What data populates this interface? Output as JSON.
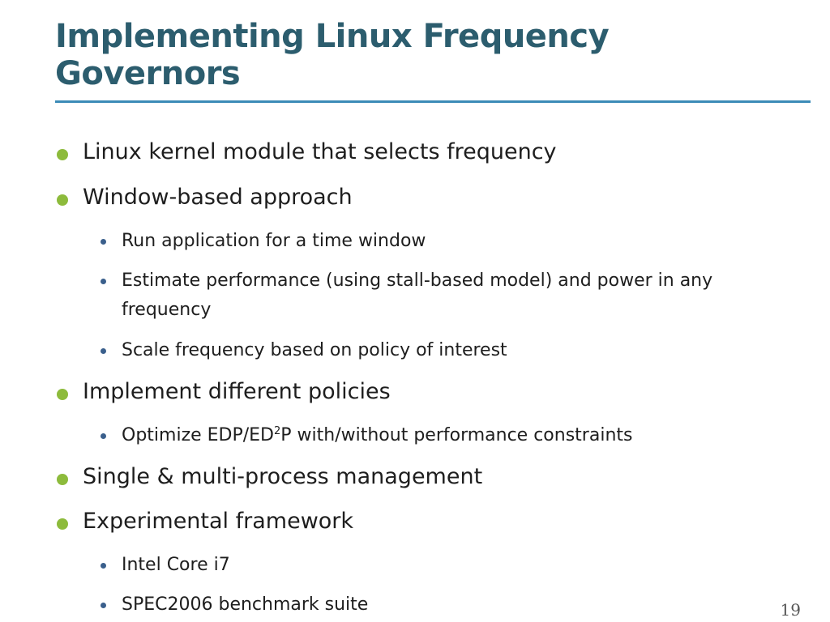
{
  "slide": {
    "title_line1": "Implementing Linux Frequency",
    "title_line2": "Governors",
    "bullets": [
      {
        "text": "Linux kernel module that selects frequency"
      },
      {
        "text": "Window-based approach"
      },
      {
        "text": "Run application for a time window"
      },
      {
        "text_line1": "Estimate performance (using stall-based model) and power in any",
        "text_line2": "frequency"
      },
      {
        "text": "Scale frequency based on policy of interest"
      },
      {
        "text": "Implement different policies"
      },
      {
        "text_before": "Optimize EDP/ED",
        "sup": "2",
        "text_after": "P with/without performance constraints"
      },
      {
        "text": "Single & multi-process management"
      },
      {
        "text": "Experimental framework"
      },
      {
        "text": "Intel Core i7"
      },
      {
        "text": "SPEC2006 benchmark suite"
      }
    ],
    "page_number": "19",
    "colors": {
      "title": "#2c5d6e",
      "title_rule": "#3b8bb7",
      "bullet_level1": "#8dbb3c",
      "bullet_level2": "#3a5f8c"
    }
  }
}
